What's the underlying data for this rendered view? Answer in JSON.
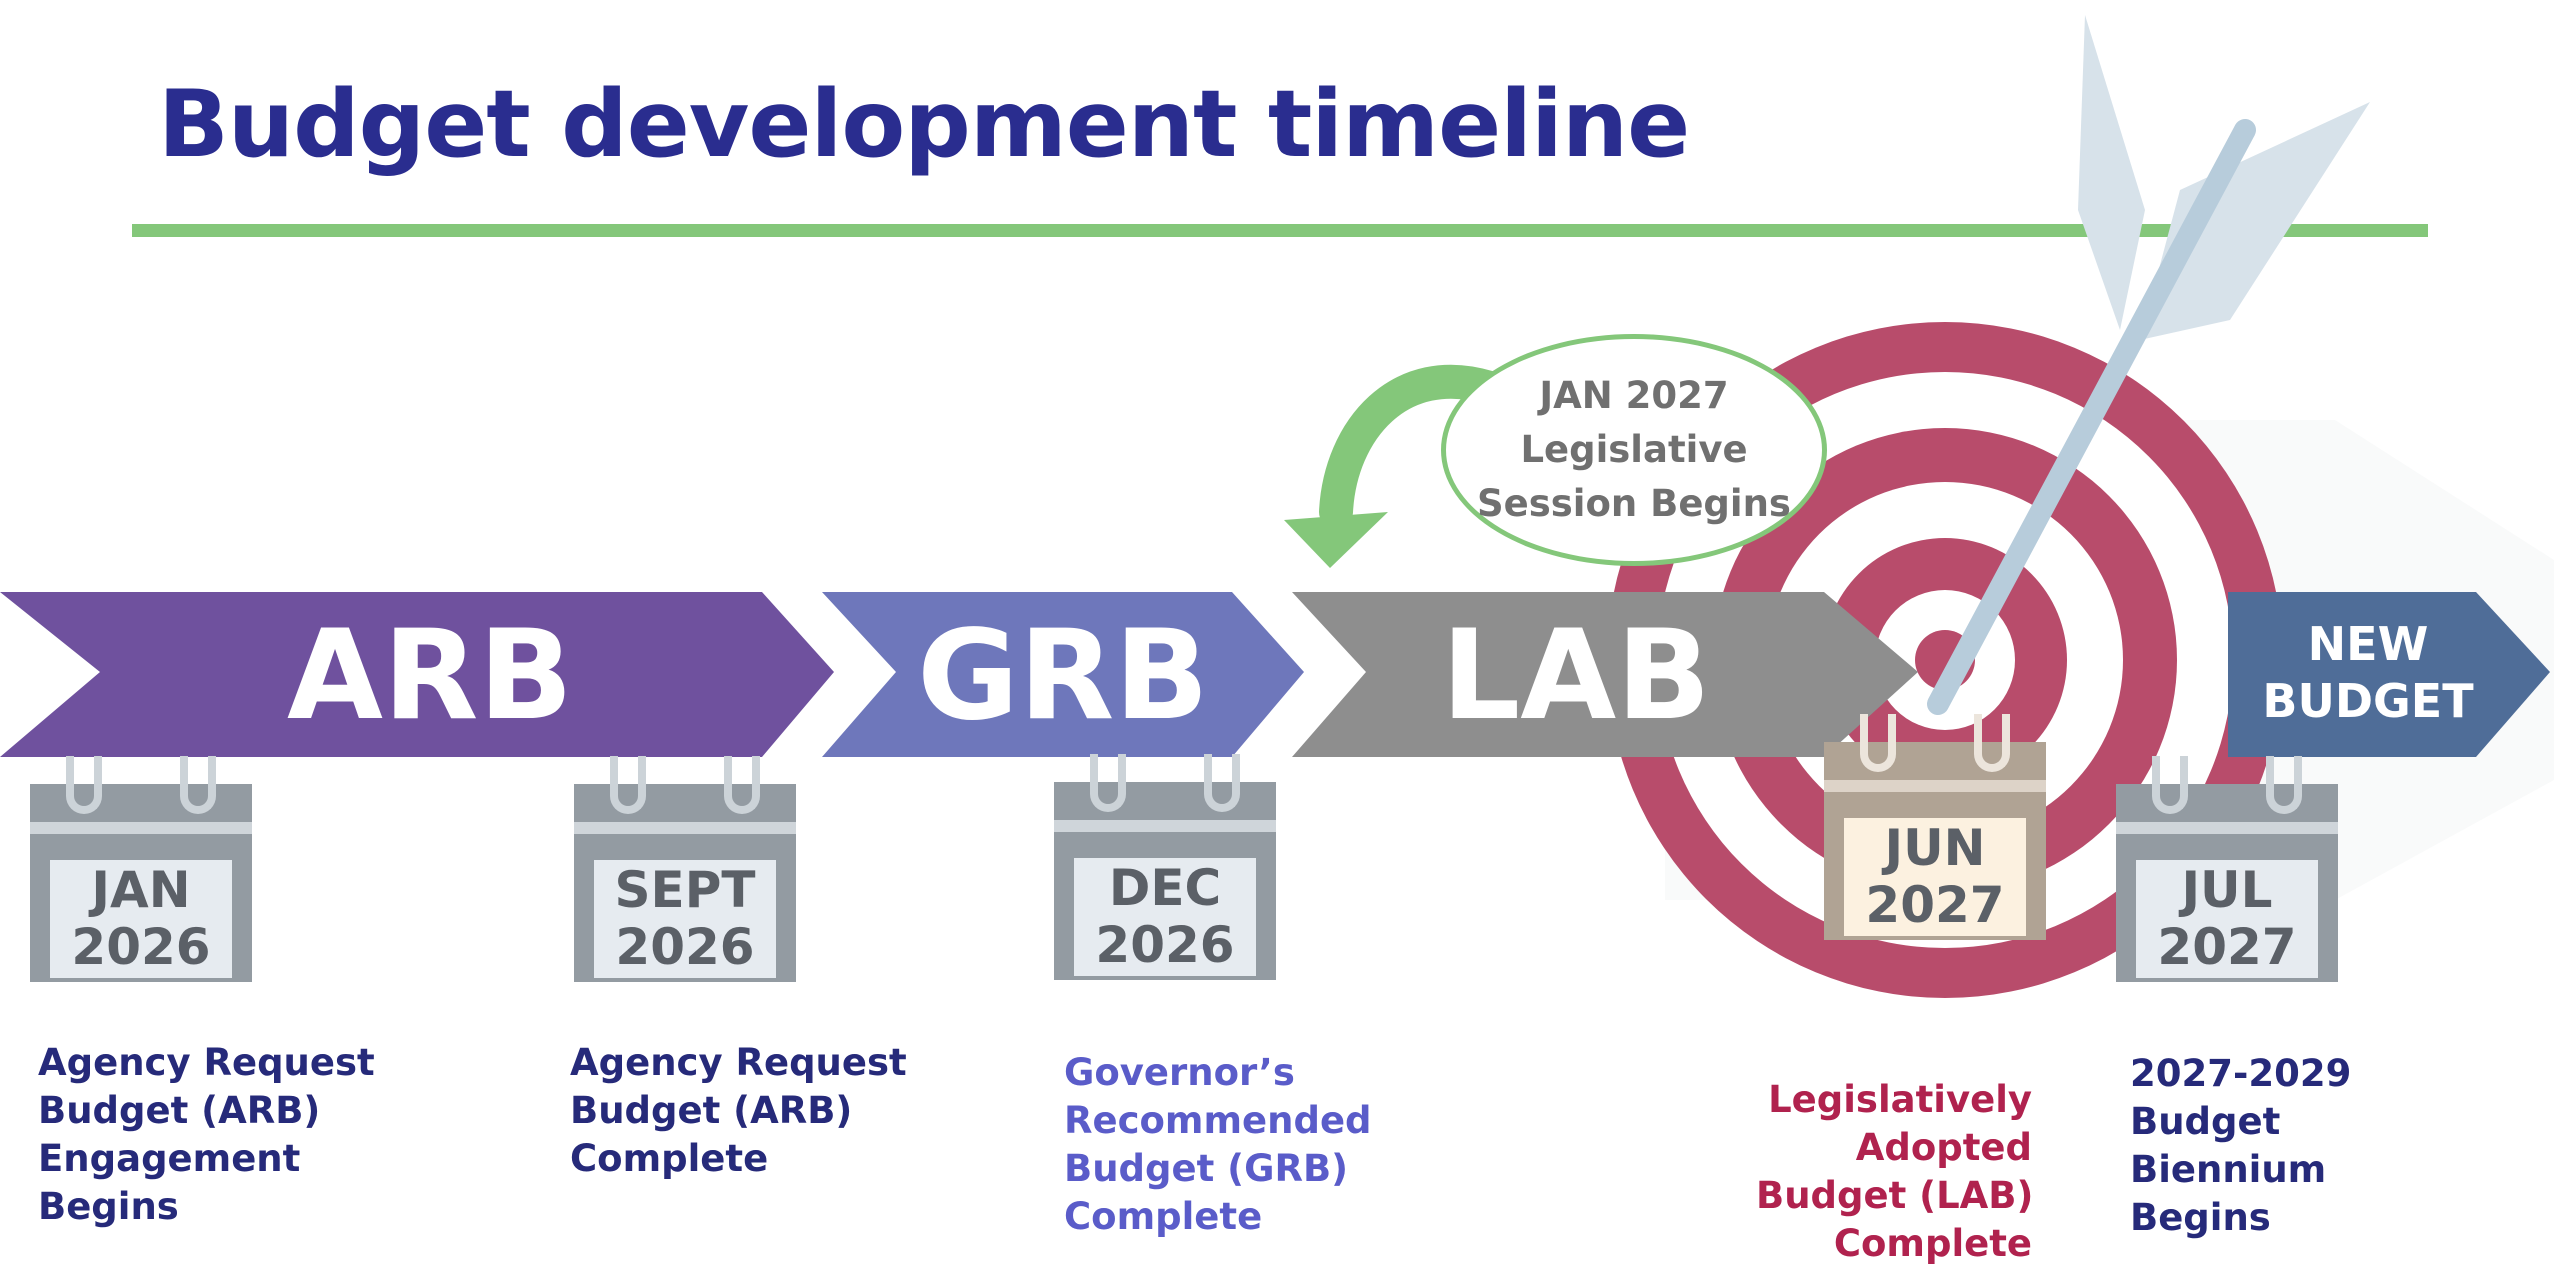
{
  "title": "Budget development timeline",
  "colors": {
    "title": "#2a2d8f",
    "rule": "#84c77a",
    "arb_arrow": "#6f519e",
    "grb_arrow": "#6e77bb",
    "lab_arrow": "#8e8e8e",
    "new_budget_arrow": "#4f6d98",
    "target_ring": "#b84c6b",
    "callout_arrow": "#84c77a"
  },
  "phases": {
    "arb": "ARB",
    "grb": "GRB",
    "lab": "LAB",
    "new_budget": [
      "NEW",
      "BUDGET"
    ]
  },
  "callout": {
    "line1": "JAN 2027",
    "line2": "Legislative",
    "line3": "Session Begins"
  },
  "milestones": [
    {
      "month": "JAN",
      "year": "2026",
      "desc": [
        "Agency Request",
        "Budget (ARB)",
        "Engagement",
        "Begins"
      ]
    },
    {
      "month": "SEPT",
      "year": "2026",
      "desc": [
        "Agency Request",
        "Budget (ARB)",
        "Complete"
      ]
    },
    {
      "month": "DEC",
      "year": "2026",
      "desc": [
        "Governor’s",
        "Recommended",
        "Budget (GRB)",
        "Complete"
      ]
    },
    {
      "month": "JUN",
      "year": "2027",
      "desc": [
        "Legislatively",
        "Adopted",
        "Budget (LAB)",
        "Complete"
      ]
    },
    {
      "month": "JUL",
      "year": "2027",
      "desc": [
        "2027-2029",
        "Budget",
        "Biennium",
        "Begins"
      ]
    }
  ],
  "icons": {
    "target": "bullseye-target-icon",
    "dart": "dart-arrow-icon",
    "calendar": "calendar-icon",
    "curved_arrow": "curved-arrow-icon"
  }
}
